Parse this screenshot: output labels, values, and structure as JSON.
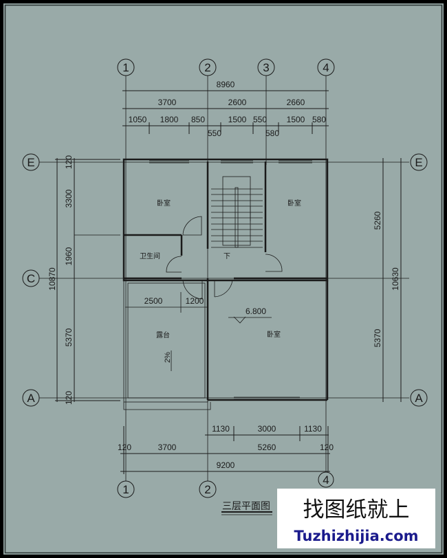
{
  "drawing": {
    "title": "三层平面图",
    "axes_top": [
      "1",
      "2",
      "3",
      "4"
    ],
    "axes_bottom": [
      "1",
      "2",
      "4"
    ],
    "axes_left": [
      "E",
      "C",
      "A"
    ],
    "axes_right": [
      "E",
      "A"
    ],
    "dims_top": {
      "overall": "8960",
      "bays": [
        "3700",
        "2600",
        "2660"
      ],
      "details": [
        "1050",
        "1800",
        "850",
        "550",
        "1500",
        "550",
        "580",
        "1500",
        "580"
      ]
    },
    "dims_left": {
      "overall": "10870",
      "parts": [
        "120",
        "3300",
        "1960",
        "5370",
        "120"
      ]
    },
    "dims_right": {
      "overall": "10630",
      "parts": [
        "5260",
        "5370"
      ]
    },
    "dims_bottom": {
      "openings": [
        "1130",
        "3000",
        "1130"
      ],
      "bays": [
        "120",
        "3700",
        "5260",
        "120"
      ],
      "overall": "9200"
    },
    "inner_dims": [
      "2500",
      "1200"
    ],
    "elevation": "6.800",
    "slope": "2%",
    "stair_down": "下",
    "rooms": {
      "bedroom_nw": "卧室",
      "bedroom_ne": "卧室",
      "bathroom": "卫生间",
      "terrace": "露台",
      "bedroom_s": "卧室"
    }
  },
  "watermark": {
    "line1": "找图纸就上",
    "line2": "Tuzhizhijia.com",
    "color": "#1a1a8c"
  },
  "colors": {
    "background": "#99aaa8",
    "line": "#1a1a1a"
  }
}
